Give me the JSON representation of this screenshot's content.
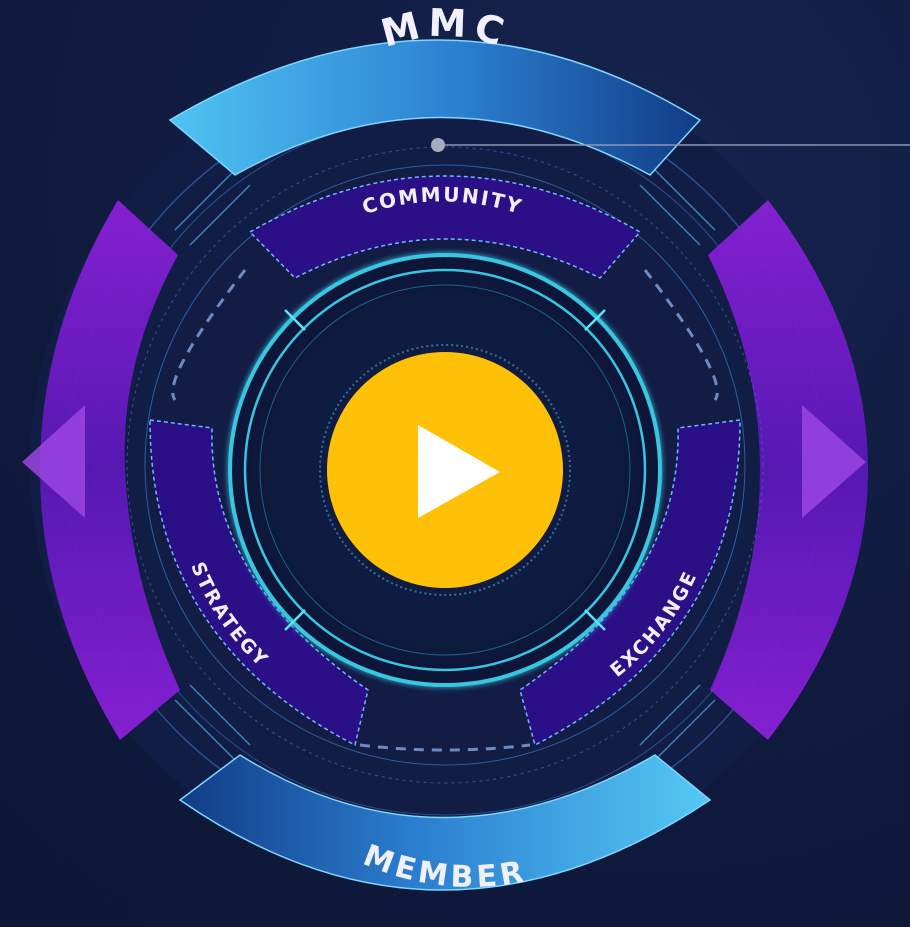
{
  "labels": {
    "top": "MMC",
    "bottom": "MEMBER",
    "upper": "COMMUNITY",
    "left": "STRATEGY",
    "right": "EXCHANGE"
  },
  "controls": {
    "play_icon": "play-icon",
    "prev_icon": "left-arrow-icon",
    "next_icon": "right-arrow-icon"
  },
  "colors": {
    "background": "#0f1a3d",
    "play_circle": "#ffc107",
    "accent_cyan": "#37c6e0",
    "accent_purple": "#7a1fc4",
    "panel_indigo": "#2a0f86",
    "band_blue": "#3aa7e6"
  }
}
